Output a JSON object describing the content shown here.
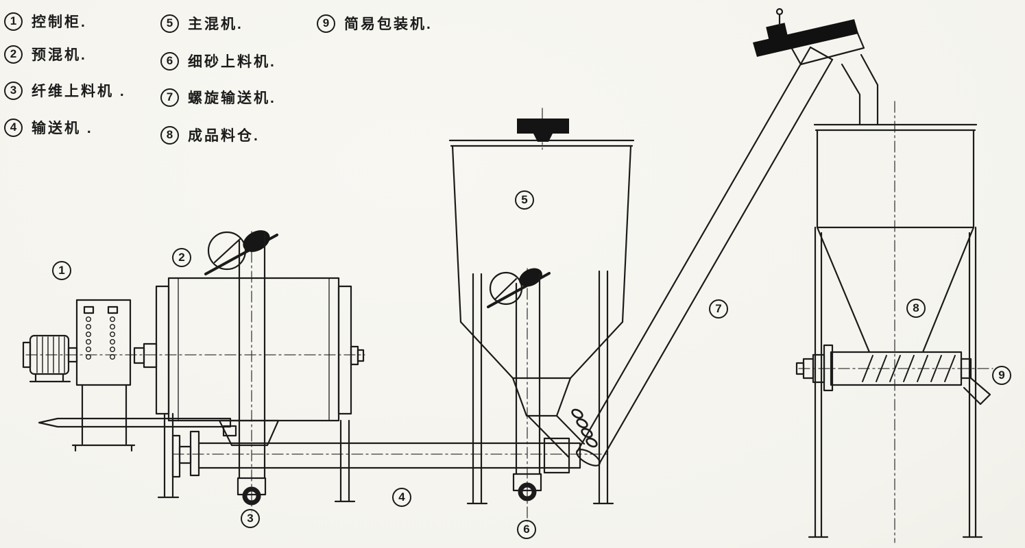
{
  "colors": {
    "ink": "#1b1b1b",
    "paper": "#f6f5f0"
  },
  "legend": {
    "items": [
      {
        "num": "1",
        "label": "控制柜."
      },
      {
        "num": "2",
        "label": "预混机."
      },
      {
        "num": "3",
        "label": "纤维上料机 ."
      },
      {
        "num": "4",
        "label": "输送机 ."
      },
      {
        "num": "5",
        "label": "主混机."
      },
      {
        "num": "6",
        "label": "细砂上料机."
      },
      {
        "num": "7",
        "label": "螺旋输送机."
      },
      {
        "num": "8",
        "label": "成品料仓."
      },
      {
        "num": "9",
        "label": "简易包装机."
      }
    ]
  },
  "callouts": [
    {
      "num": "1"
    },
    {
      "num": "2"
    },
    {
      "num": "3"
    },
    {
      "num": "4"
    },
    {
      "num": "5"
    },
    {
      "num": "6"
    },
    {
      "num": "7"
    },
    {
      "num": "8"
    },
    {
      "num": "9"
    }
  ]
}
